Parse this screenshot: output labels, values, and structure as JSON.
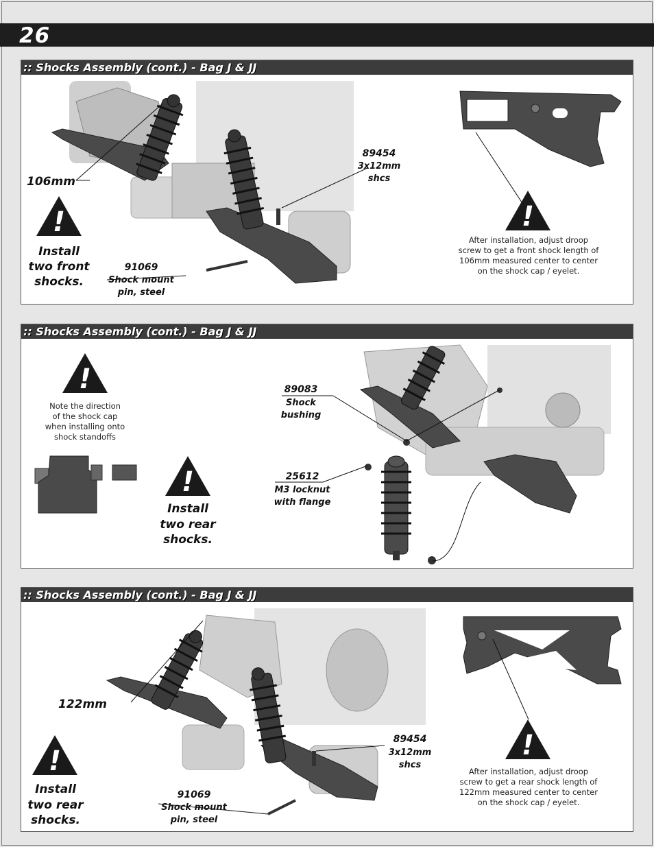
{
  "page": {
    "number": "26"
  },
  "panels": [
    {
      "title": ":: Shocks Assembly (cont.) - Bag J & JJ",
      "length_label": "106mm",
      "part1_number": "89454",
      "part1_desc1": "3x12mm",
      "part1_desc2": "shcs",
      "part2_number": "91069",
      "part2_desc1": "Shock mount",
      "part2_desc2": "pin, steel",
      "install1": "Install",
      "install2": "two front",
      "install3": "shocks.",
      "note1": "After installation, adjust droop",
      "note2": "screw to get a front shock length of",
      "note3": "106mm measured center to center",
      "note4": "on the shock cap / eyelet."
    },
    {
      "title": ":: Shocks Assembly (cont.) - Bag J & JJ",
      "note1": "Note the direction",
      "note2": "of the shock cap",
      "note3": "when installing onto",
      "note4": "shock standoffs",
      "part1_number": "89083",
      "part1_desc1": "Shock",
      "part1_desc2": "bushing",
      "part2_number": "25612",
      "part2_desc1": "M3 locknut",
      "part2_desc2": "with flange",
      "install1": "Install",
      "install2": "two rear",
      "install3": "shocks."
    },
    {
      "title": ":: Shocks Assembly (cont.) - Bag J & JJ",
      "length_label": "122mm",
      "part1_number": "89454",
      "part1_desc1": "3x12mm",
      "part1_desc2": "shcs",
      "part2_number": "91069",
      "part2_desc1": "Shock mount",
      "part2_desc2": "pin, steel",
      "install1": "Install",
      "install2": "two rear",
      "install3": "shocks.",
      "note1": "After installation, adjust droop",
      "note2": "screw to get a rear shock length of",
      "note3": "122mm measured center to center",
      "note4": "on the shock cap / eyelet."
    }
  ]
}
